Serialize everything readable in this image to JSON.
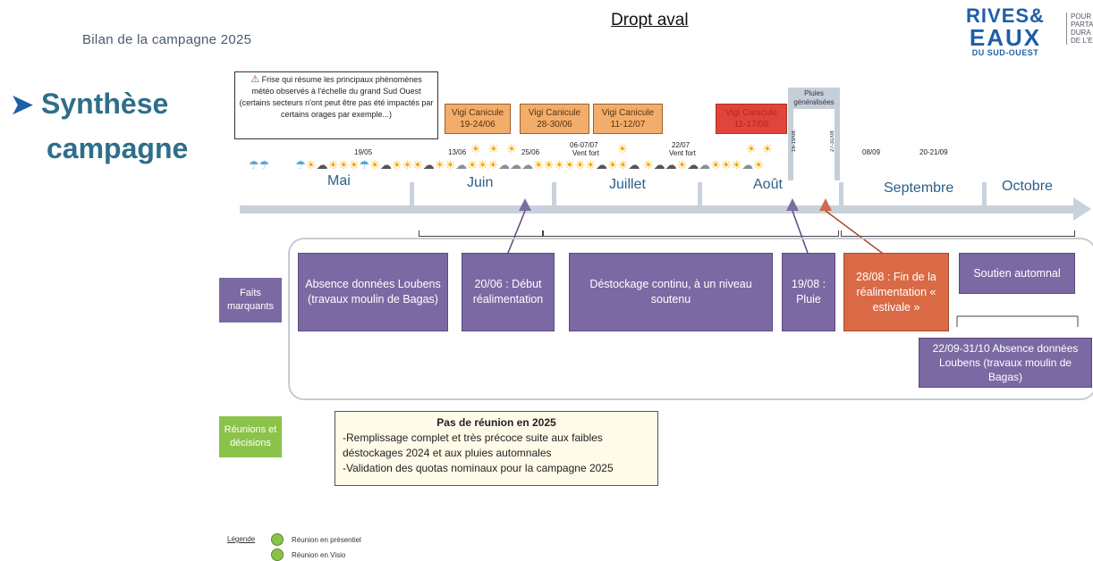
{
  "header": {
    "subtitle": "Bilan de la campagne 2025",
    "page_title": "Dropt aval",
    "logo_line1": "RIVES&",
    "logo_line2": "EAUX",
    "logo_line3": "DU SUD-OUEST",
    "logo_tagline": "POUR PARTA DURA DE L'E"
  },
  "section_title_line1": "Synthèse",
  "section_title_line2": "campagne",
  "note": {
    "warning_symbol": "⚠",
    "text": "Frise qui résume les principaux phénomènes météo observés à l'échelle du grand Sud Ouest (certains secteurs n'ont peut être pas été impactés par certains orages par exemple...)"
  },
  "vigi": [
    {
      "title": "Vigi Canicule",
      "dates": "19-24/06"
    },
    {
      "title": "Vigi Canicule",
      "dates": "28-30/06"
    },
    {
      "title": "Vigi Canicule",
      "dates": "11-12/07"
    },
    {
      "title": "Vigi Canicule",
      "dates": "11-17/08"
    }
  ],
  "pluies": {
    "label": "Pluies généralisées",
    "date_left": "16-19/08",
    "date_right": "27-31/08"
  },
  "dates": {
    "d1": "19/05",
    "d2": "13/06",
    "d3": "25/06",
    "d4": "06-07/07",
    "d4b": "Vent fort",
    "d5": "22/07",
    "d5b": "Vent fort",
    "d6": "08/09",
    "d7": "20-21/09"
  },
  "months": [
    "Mai",
    "Juin",
    "Juillet",
    "Août",
    "Septembre",
    "Octobre"
  ],
  "faits": {
    "label": "Faits marquants",
    "boxes": [
      "Absence données Loubens (travaux moulin de Bagas)",
      "20/06 : Début réalimentation",
      "Déstockage continu, à un niveau soutenu",
      "19/08 : Pluie",
      "28/08 : Fin de la réalimentation « estivale »",
      "Soutien automnal",
      "22/09-31/10 Absence données Loubens (travaux moulin de Bagas)"
    ]
  },
  "reunions": {
    "label": "Réunions et décisions",
    "title": "Pas de réunion en 2025",
    "line1": "-Remplissage complet et très précoce suite aux faibles déstockages 2024 et aux pluies automnales",
    "line2": "-Validation des quotas nominaux pour la campagne 2025"
  },
  "legend": {
    "title": "Légende",
    "item1": "Réunion en présentiel",
    "item2": "Réunion en Visio"
  },
  "colors": {
    "accent": "#1f5ea8",
    "box": "#7b69a3",
    "orange": "#d96a45",
    "vigi": "#f3ad6a",
    "vigi_red": "#e0443a",
    "green": "#8bc34a"
  }
}
